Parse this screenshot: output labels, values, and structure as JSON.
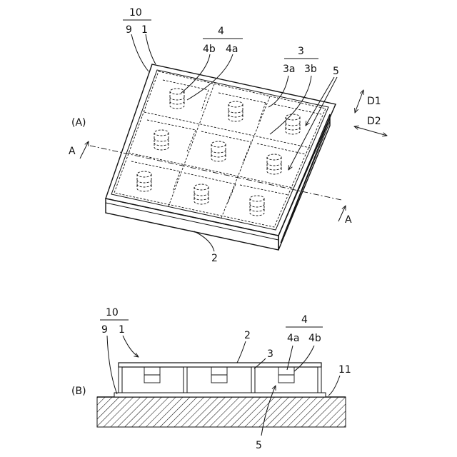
{
  "figure_a": {
    "panel_label": "(A)",
    "label_10": "10",
    "label_9": "9",
    "label_1": "1",
    "label_4": "4",
    "label_4b": "4b",
    "label_4a": "4a",
    "label_3": "3",
    "label_3a": "3a",
    "label_3b": "3b",
    "label_5": "5",
    "label_D1": "D1",
    "label_D2": "D2",
    "label_A_left": "A",
    "label_A_right": "A",
    "label_2": "2"
  },
  "figure_b": {
    "panel_label": "(B)",
    "label_10": "10",
    "label_9": "9",
    "label_1": "1",
    "label_2": "2",
    "label_3": "3",
    "label_4": "4",
    "label_4a": "4a",
    "label_4b": "4b",
    "label_11": "11",
    "label_5": "5"
  },
  "colors": {
    "line": "#111111",
    "background": "#ffffff"
  }
}
